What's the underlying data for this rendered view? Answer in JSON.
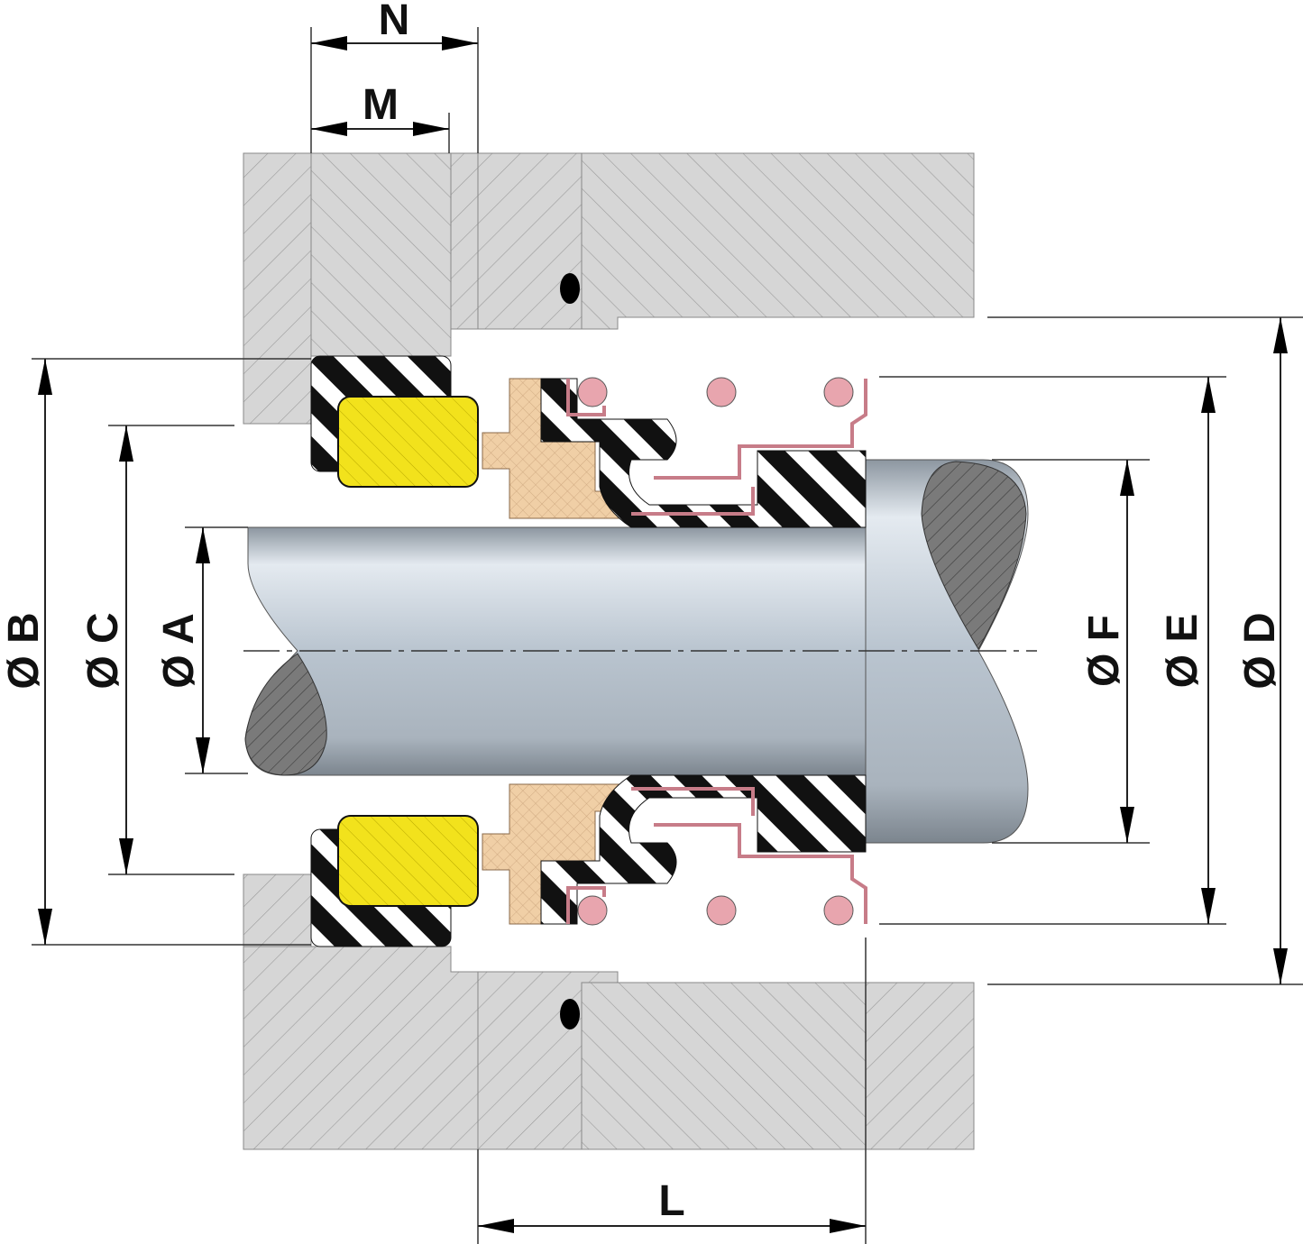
{
  "title": "Mechanical seal cross-section with dimension labels",
  "dimensions": {
    "N": "N",
    "M": "M",
    "L": "L",
    "B": "Ø B",
    "C": "Ø C",
    "A": "Ø A",
    "F": "Ø F",
    "E": "Ø E",
    "D": "Ø D"
  },
  "colors": {
    "housing": "#d4d4d4",
    "seat": "#f2e21c",
    "rotary_face": "#f0cfa6",
    "spring": "#e8a5ae",
    "elastomer": "#111111",
    "shaft": "#b8c2cc"
  }
}
